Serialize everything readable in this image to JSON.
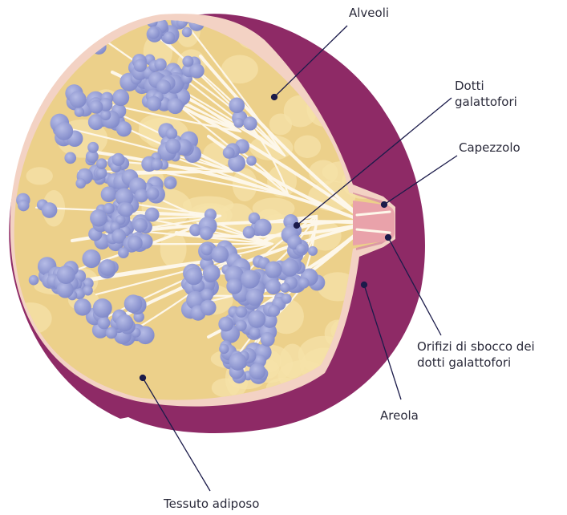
{
  "labels": {
    "alveoli": "Alveoli",
    "dotti": [
      "Dotti",
      "galattofori"
    ],
    "capezzolo": "Capezzolo",
    "orifizi": [
      "Orifizi di sbocco dei",
      "dotti galattofori"
    ],
    "areola": "Areola",
    "tessuto": "Tessuto adiposo"
  },
  "colors": {
    "skin": "#8e2a66",
    "inner_skin": "#f3d2c4",
    "fat_base": "#ecd08a",
    "fat_lobule": "#f5e2a8",
    "alveolus": "#8a93d0",
    "alveolus_highlight": "#b6bce6",
    "duct": "#fdf7ea",
    "nipple": "#eaa0a8",
    "leader_line": "#1b1b4a",
    "label_text": "#2a2a3a"
  }
}
